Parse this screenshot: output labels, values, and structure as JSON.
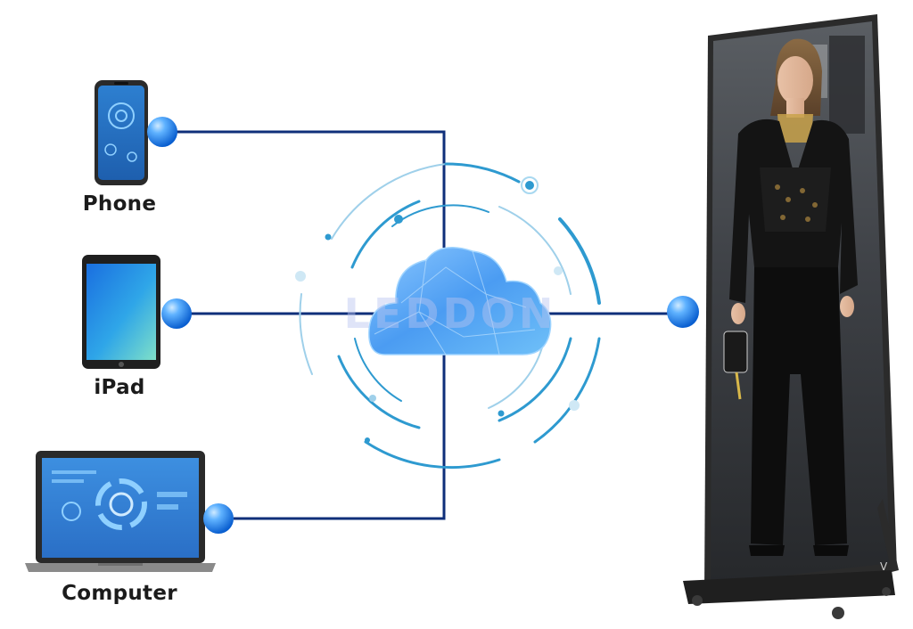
{
  "devices": {
    "phone": {
      "label": "Phone"
    },
    "ipad": {
      "label": "iPad"
    },
    "computer": {
      "label": "Computer"
    }
  },
  "cloud": {
    "watermark": "LEDDON"
  },
  "display": {
    "corner_mark": "V"
  },
  "colors": {
    "connector_line": "#0f2f7a",
    "node": "#2a8cf0",
    "cloud": "#5aa8f5",
    "ring": "#2e9ad0",
    "display_frame": "#2b2b2b"
  }
}
